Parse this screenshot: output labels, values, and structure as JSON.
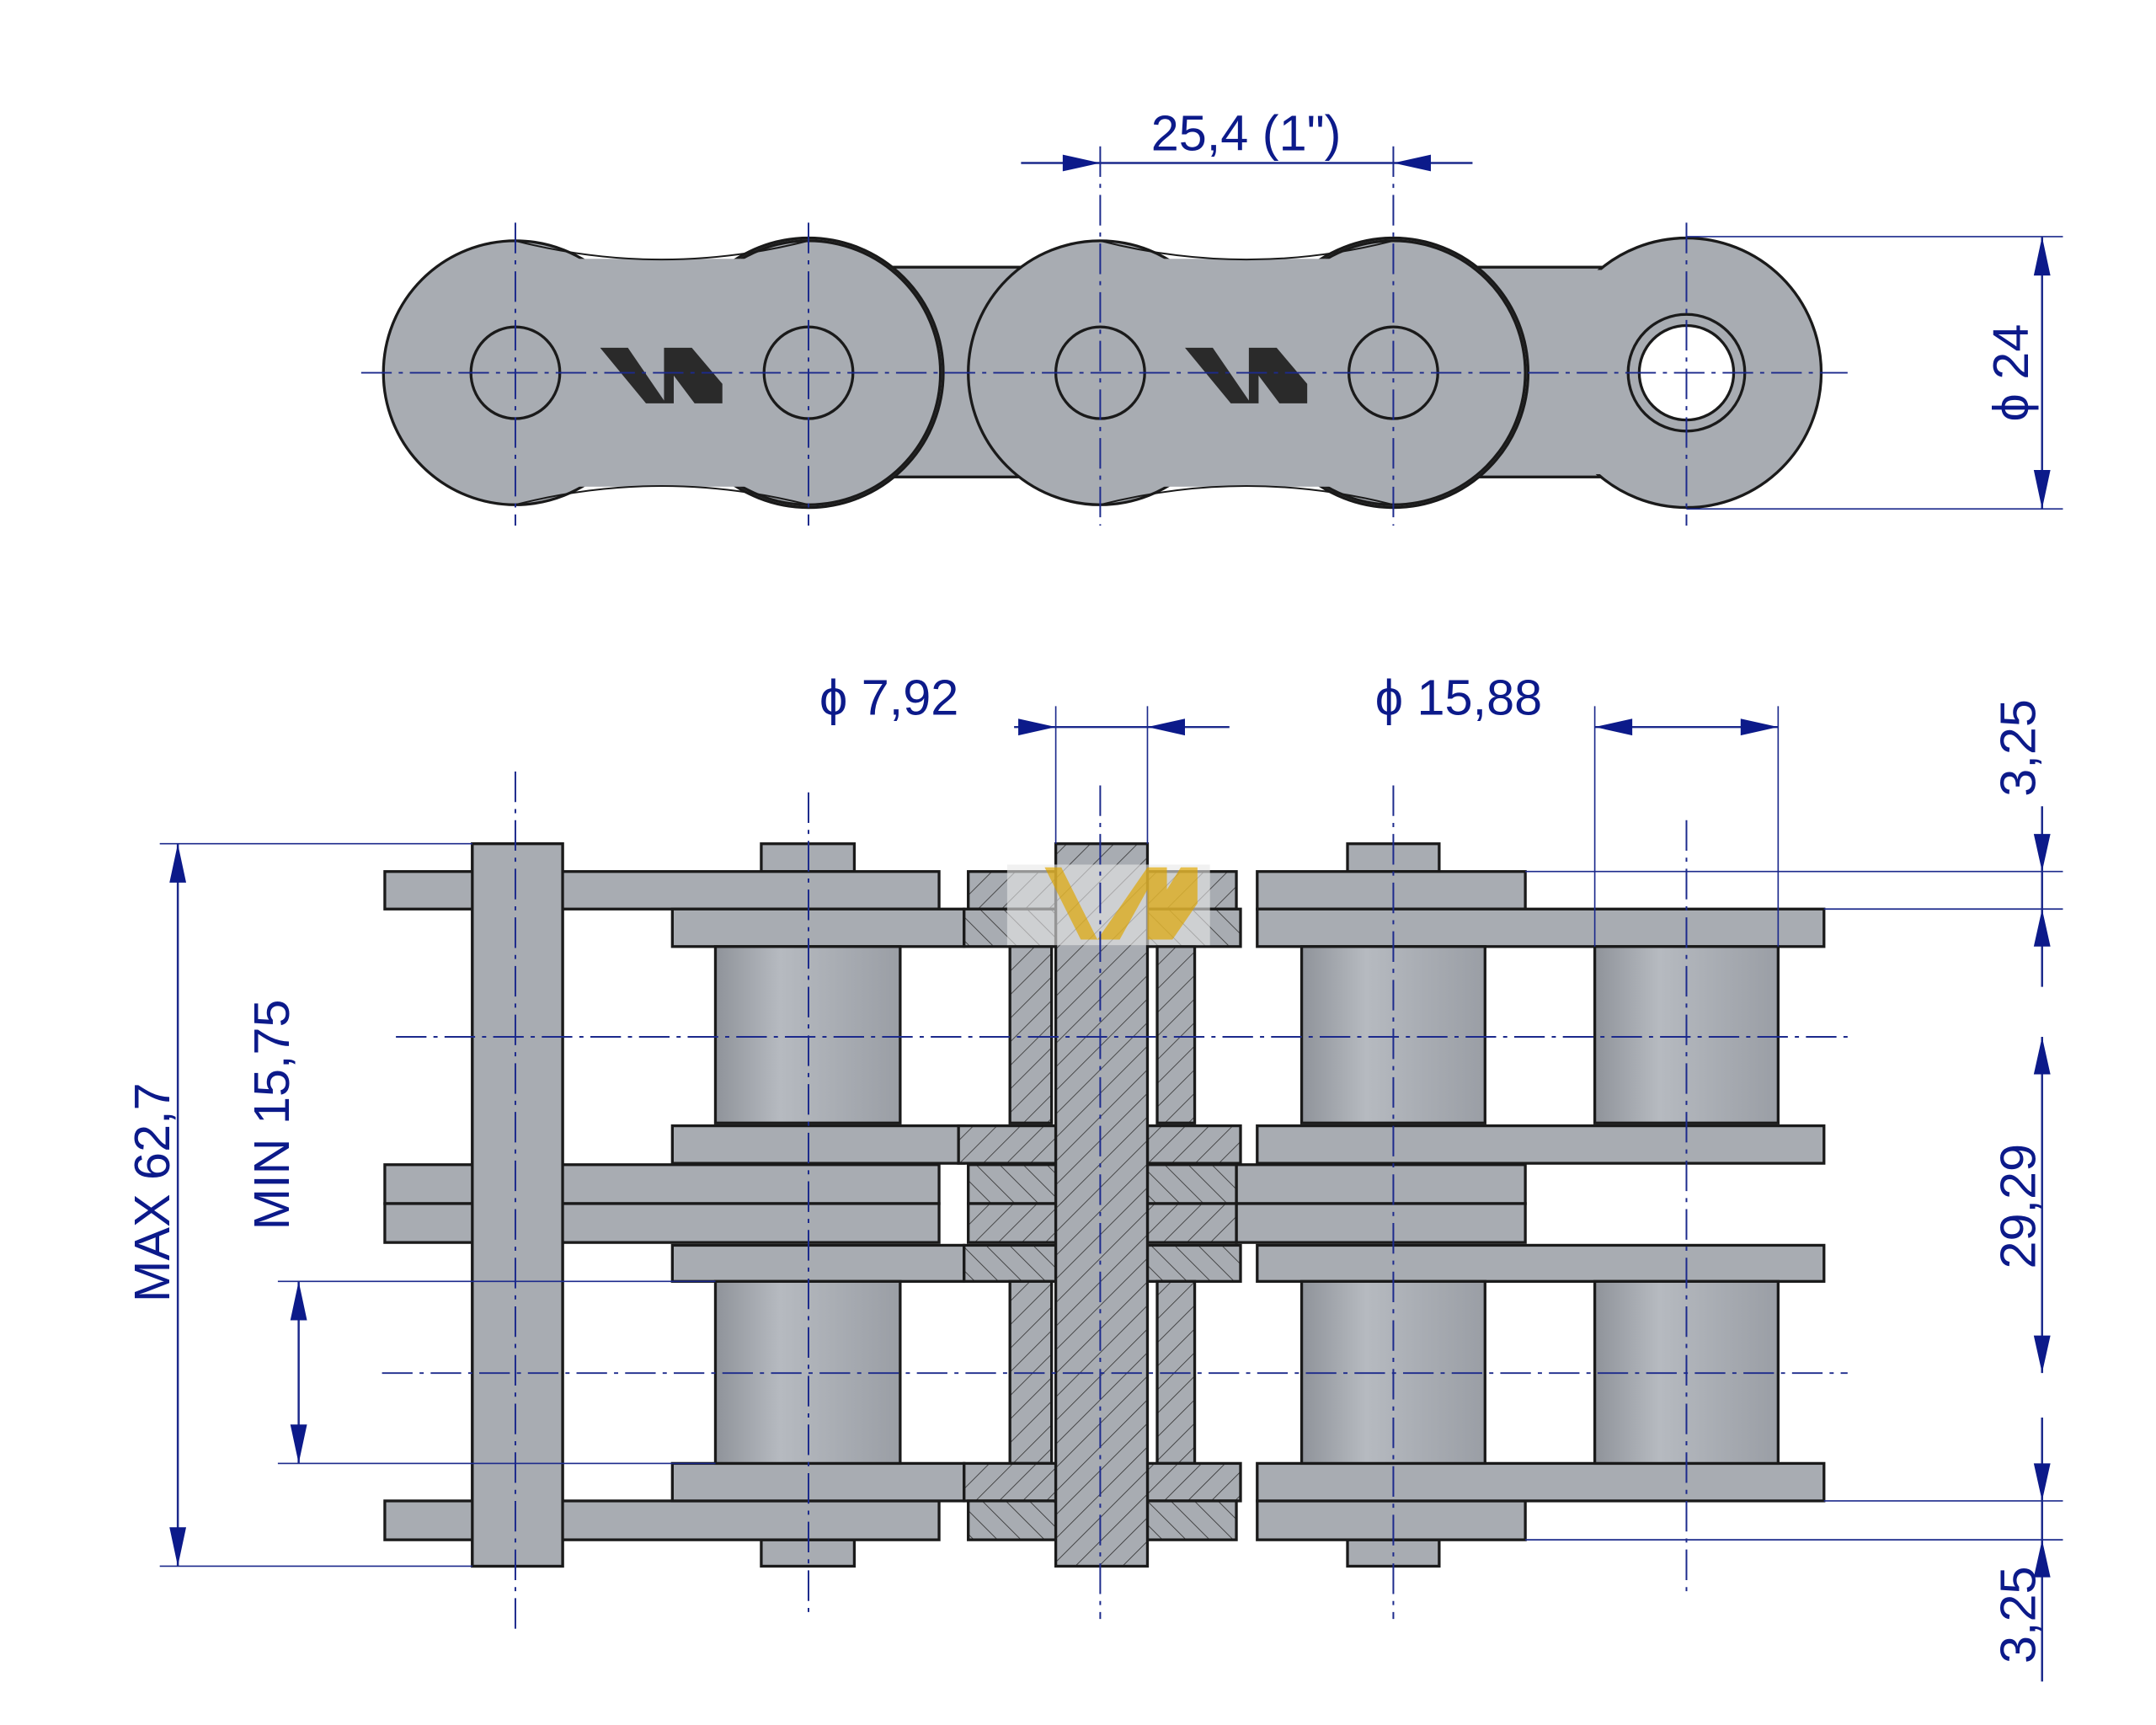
{
  "title": "Double roller chain 16B-2 technical drawing",
  "top_view": {
    "pitch_label": "25,4  (1\")",
    "height_label": "ϕ 24"
  },
  "front_view": {
    "pin_diameter_label": "ϕ  7,92",
    "roller_diameter_label": "ϕ  15,88",
    "top_plate_label": "3,25",
    "transverse_pitch_label": "29,29",
    "bottom_plate_label": "3,25",
    "max_width_label": "MAX  62,7",
    "min_inner_width_label": "MIN  15,75"
  },
  "logo_text": "W",
  "colors": {
    "dimension": "#0c1a8a",
    "steel": "#a8acb2",
    "watermark": "#e2b530"
  }
}
